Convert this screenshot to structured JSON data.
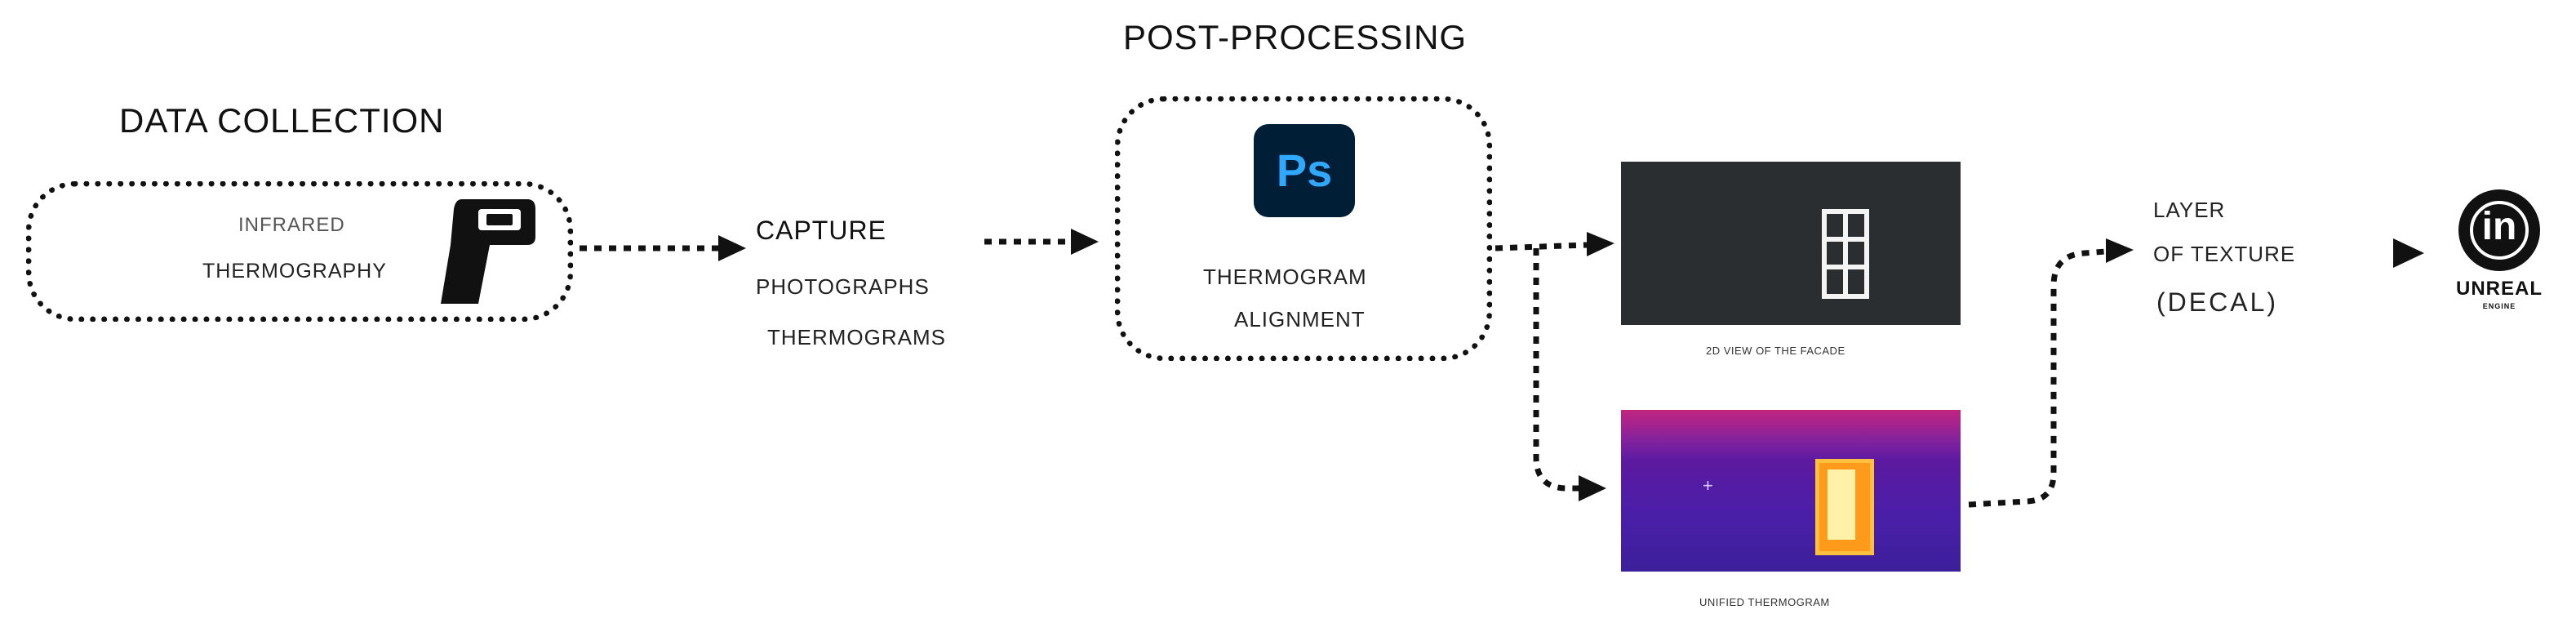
{
  "headings": {
    "data_collection": "DATA COLLECTION",
    "post_processing": "POST-PROCESSING"
  },
  "data_collection": {
    "line1": "INFRARED",
    "line2": "THERMOGRAPHY",
    "icon": "thermometer-gun-icon"
  },
  "capture": {
    "title": "CAPTURE",
    "item1": "PHOTOGRAPHS",
    "item2": "THERMOGRAMS"
  },
  "post_processing": {
    "app_logo_text": "Ps",
    "line1": "THERMOGRAM",
    "line2": "ALIGNMENT"
  },
  "images": {
    "facade_caption": "2D VIEW OF THE FACADE",
    "thermogram_caption": "UNIFIED THERMOGRAM"
  },
  "layer": {
    "line1": "LAYER",
    "line2": "OF TEXTURE",
    "line3": "(DECAL)"
  },
  "engine": {
    "logo_text": "UNREAL",
    "logo_subtext": "ENGINE"
  },
  "colors": {
    "photoshop_bg": "#001e36",
    "photoshop_fg": "#31a8ff",
    "facade_bg": "#2b2e30"
  }
}
